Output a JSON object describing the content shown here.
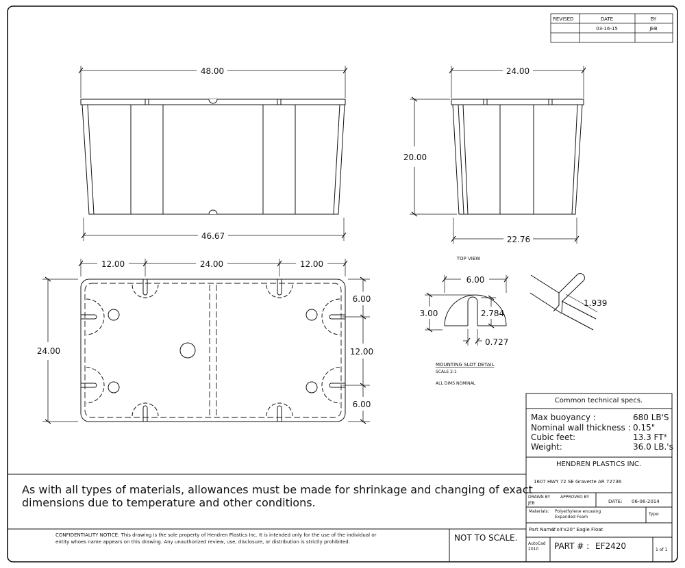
{
  "revision_block": {
    "headers": [
      "REVISED",
      "DATE",
      "BY"
    ],
    "date": "03-16-15",
    "by": "JEB"
  },
  "front_view": {
    "top_width": "48.00",
    "bottom_width": "46.67"
  },
  "side_view": {
    "top_width": "24.00",
    "height": "20.00",
    "bottom_width": "22.76",
    "caption": "TOP VIEW"
  },
  "top_view": {
    "seg_left": "12.00",
    "seg_mid": "24.00",
    "seg_right": "12.00",
    "height": "24.00",
    "right_top": "6.00",
    "right_mid": "12.00",
    "right_bot": "6.00"
  },
  "slot_detail": {
    "width": "6.00",
    "height": "3.00",
    "depth": "2.784",
    "slot": "0.727",
    "iso_dim": "1.939",
    "title": "MOUNTING SLOT DETAIL",
    "scale": "SCALE 2:1",
    "note": "ALL DIMS NOMINAL"
  },
  "specs": {
    "title": "Common technical specs.",
    "rows": [
      {
        "label": "Max buoyancy :",
        "value": "680 LB'S"
      },
      {
        "label": "Nominal wall thickness :",
        "value": "0.15\""
      },
      {
        "label": "Cubic feet:",
        "value": "13.3 FT³"
      },
      {
        "label": "Weight:",
        "value": "36.0 LB.'s"
      }
    ]
  },
  "company": {
    "name": "HENDREN PLASTICS INC.",
    "address": "1607 HWY 72 SE    Gravette AR 72736"
  },
  "title_block": {
    "drawn_by_label": "DRAWN BY",
    "drawn_by": "JEB",
    "approved_by_label": "APPROVED BY",
    "date_label": "DATE:",
    "date": "06-06-2014",
    "materials_label": "Materials:",
    "materials_line1": "Polyethylene encasing",
    "materials_line2": "Expanded Foam",
    "type_label": "Type:",
    "part_name_label": "Part Name:",
    "part_name": "2'x4'x20\" Eagle Float",
    "software": "AutoCad",
    "software_year": "2010",
    "part_number_label": "PART # :",
    "part_number": "EF2420",
    "sheet": "1 of 1"
  },
  "notes": {
    "allowance_line1": "As with all types of materials, allowances must be made for shrinkage and changing of exact",
    "allowance_line2": "dimensions due to temperature and other conditions.",
    "confidentiality_line1": "CONFIDENTIALITY NOTICE: This drawing is the sole property of Hendren Plastics Inc. It is intended only for the use of the individual or",
    "confidentiality_line2": "entity whoes name appears on this drawing. Any unauthorized review, use, disclosure, or distribution is strictly prohibited.",
    "not_to_scale": "NOT TO SCALE."
  }
}
